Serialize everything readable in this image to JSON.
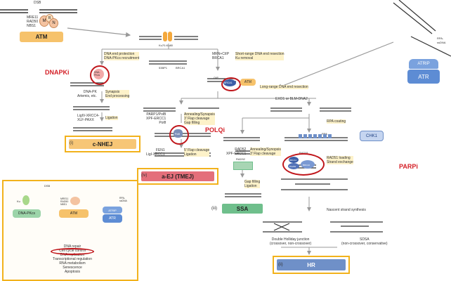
{
  "top": {
    "dsb": "DSB",
    "mrn": [
      "MRE11",
      "RAD50",
      "NBS1"
    ],
    "m": "M",
    "r": "R",
    "n": "N",
    "atm": "ATM",
    "ku": "Ku70-Ku80",
    "rpa_ssdna": "RPA-\nssDNA",
    "atrip": "ATRIP",
    "atr": "ATR"
  },
  "nhej": {
    "dnapki": "DNAPKi",
    "dnapkcs": "DNA-\nPKcs",
    "protection": "DNA end protection\nDNA-PKcs recruitment",
    "synapsis_left": "DNA-PK\nArtemis, etc.",
    "synapsis_right": "Synapsis\nEnd processing",
    "ligation_left": "LigIV-XRCC4-\nXLF-PAXX",
    "ligation_right": "Ligation",
    "label_i": "(i)",
    "label": "c-NHEJ"
  },
  "center": {
    "p53bp1": "53BP1",
    "brca1_top": "BRCA1",
    "mrn_ctip": "MRN+CtIP\nBRCA1",
    "short_range": "Short-range DNA end resection\nKu removal",
    "atm_small": "ATM",
    "long_range": "Long-range DNA end resection",
    "exo1": "EXO1 or BLM-DNA2",
    "ctip": "CtIP",
    "brca1": "BRCA1"
  },
  "mmej": {
    "enzymes_a": "PARP1/PolB\nXPF-ERCC1\nPolθ",
    "steps_a": "Annealing/Synapsis\n3' Flap cleavage\nGap filling",
    "polqi": "POLQi",
    "enzymes_b": "FEN1\nLigI-XRCC1",
    "steps_b": "5' Flap cleavage\nLigation",
    "polq": "Polθ",
    "label_iv": "(iv)",
    "label": "a-EJ (TMEJ)"
  },
  "ssa": {
    "enzymes": "RAD52\nXPF-ERCC1",
    "steps": "Annealing/Synopsis\n3' Flap cleavage",
    "rad52": "RAD52",
    "gap": "Gap filling\nLigation",
    "label_iii": "(iii)",
    "label": "SSA"
  },
  "hr": {
    "rpa_coating": "RPA coating",
    "rpa": "RPA",
    "chk1": "CHK1",
    "rad51": "RAD51",
    "brca1": "BRCA1",
    "palb2": "PALB2",
    "brca2": "BRCA2",
    "loading": "RAD51 loading\nStrand exchange",
    "parpi": "PARPi",
    "nascent": "Nascent strand synthesis",
    "dhj": "Double Holliday junction\n(crossover, non-crossover)",
    "sdsa": "SDSA\n(non-crossover, conservative)",
    "label_ii": "(ii)",
    "label": "HR"
  },
  "inset": {
    "dsb": "DSB",
    "ku": "Ku",
    "dnapkcs": "DNA-PKcs",
    "mrn": "MRE11\nRAD50\nNBS1",
    "atm": "ATM",
    "rpa": "RPA-\nssDNA",
    "atrip": "ATRIP",
    "atr": "ATR",
    "outcomes": [
      "DNA repair",
      "Cell cycle control",
      "DNA replication",
      "Transcriptional regulation",
      "RNA metabolism",
      "Senescence",
      "Apoptosis"
    ]
  },
  "colors": {
    "atm": "#f6c26b",
    "nhej_fill": "#f7c676",
    "mmej_fill": "#e46f7a",
    "ssa_fill": "#6fbf8c",
    "hr_fill": "#6f90c8",
    "atr": "#5d8cd4",
    "frame": "#f2b21c",
    "ring": "#c0171c"
  }
}
